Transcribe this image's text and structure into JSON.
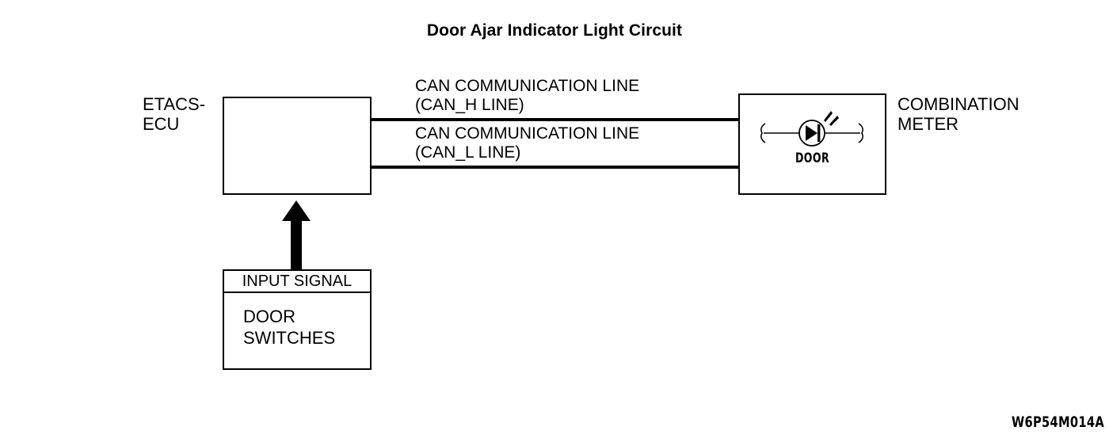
{
  "figure": {
    "title": "Door Ajar Indicator Light Circuit",
    "code": "W6P54M014A"
  },
  "nodes": {
    "ecu": {
      "label_line1": "ETACS-",
      "label_line2": "ECU"
    },
    "meter": {
      "label_line1": "COMBINATION",
      "label_line2": "METER",
      "indicator_caption": "DOOR",
      "indicator_icon": "led-indicator-icon"
    },
    "input": {
      "header": "INPUT SIGNAL",
      "body_line1": "DOOR",
      "body_line2": "SWITCHES"
    }
  },
  "connections": {
    "can_h": {
      "label_line1": "CAN COMMUNICATION LINE",
      "label_line2": "(CAN_H LINE)"
    },
    "can_l": {
      "label_line1": "CAN COMMUNICATION LINE",
      "label_line2": "(CAN_L LINE)"
    },
    "input_arrow": {
      "icon": "up-arrow-icon"
    }
  },
  "colors": {
    "ink": "#000000",
    "paper": "#ffffff"
  }
}
